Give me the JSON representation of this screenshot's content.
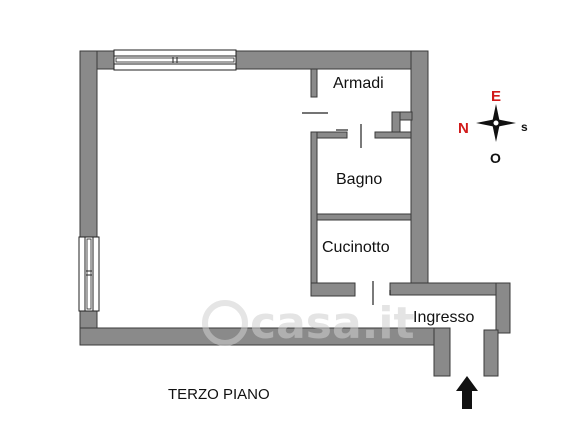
{
  "rooms": {
    "armadi": "Armadi",
    "bagno": "Bagno",
    "cucinotto": "Cucinotto",
    "ingresso": "Ingresso"
  },
  "floor_label": "TERZO PIANO",
  "compass": {
    "north": "N",
    "east": "E",
    "south": "s",
    "west": "O"
  },
  "watermark": "casa.it",
  "colors": {
    "wall": "#8a8a8a",
    "wall_outline": "#3a3a3a",
    "cardinal_accent": "#d11a1a"
  }
}
